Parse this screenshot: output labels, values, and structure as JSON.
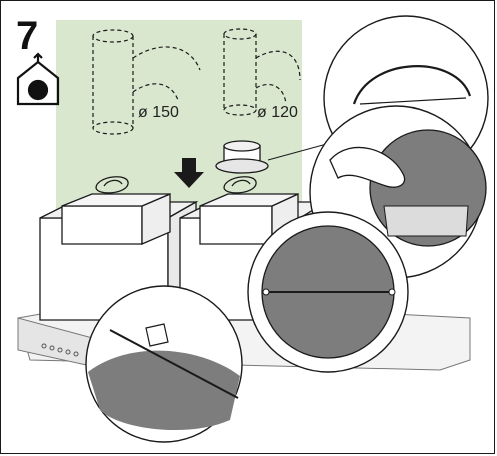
{
  "step": {
    "number": "7"
  },
  "duct_large": {
    "label": "ø 150"
  },
  "duct_small": {
    "label": "ø 120"
  },
  "colors": {
    "wall": "#d9e7cf",
    "damper": "#808080",
    "line": "#1a1a1a"
  }
}
